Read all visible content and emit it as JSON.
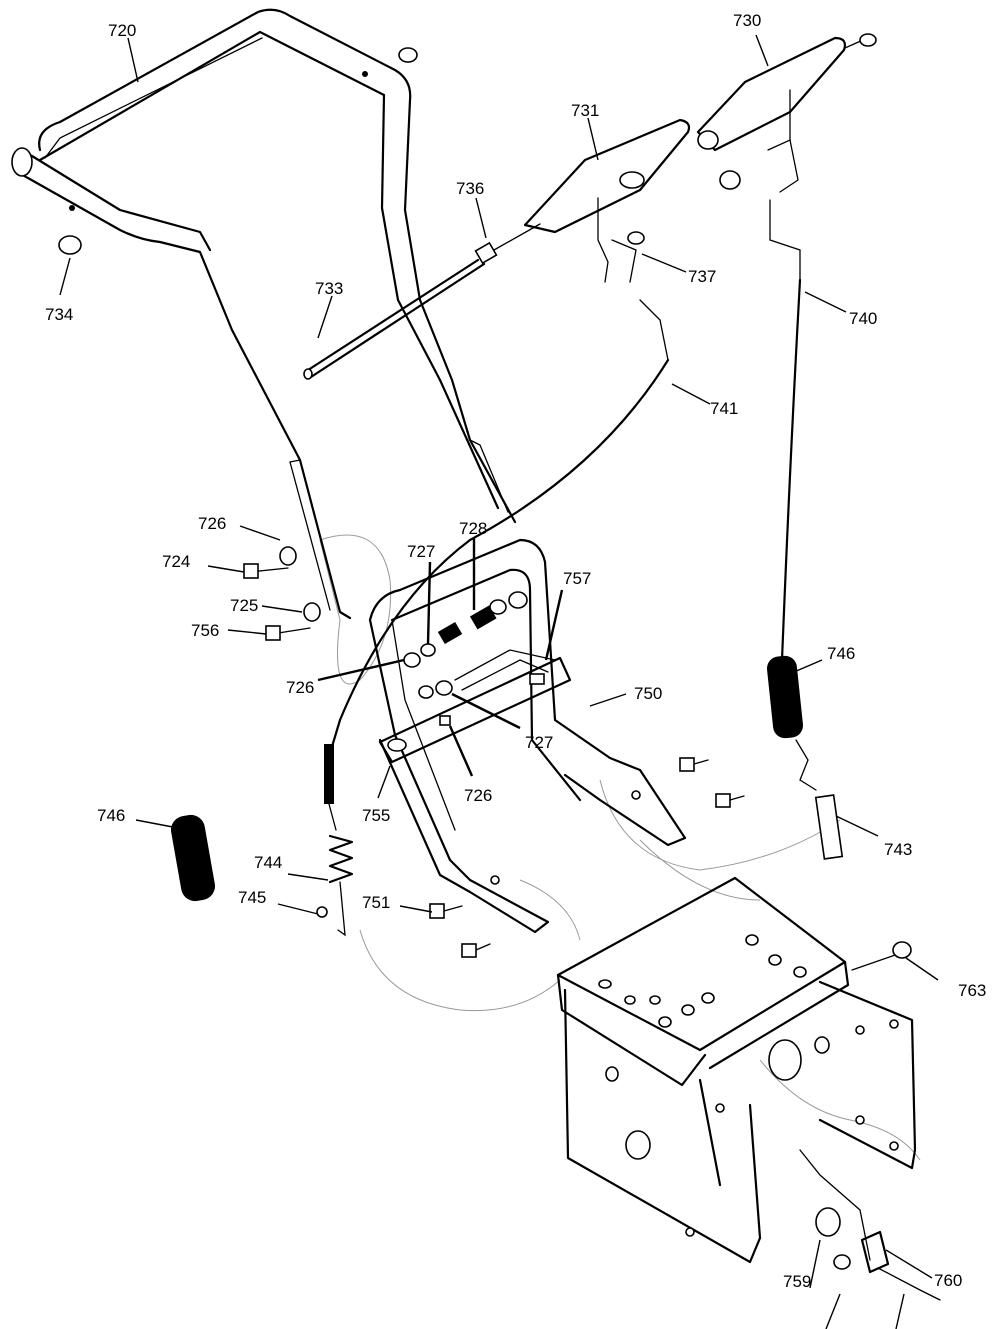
{
  "diagram": {
    "labels": [
      {
        "id": "720",
        "text": "720"
      },
      {
        "id": "730",
        "text": "730"
      },
      {
        "id": "731",
        "text": "731"
      },
      {
        "id": "736",
        "text": "736"
      },
      {
        "id": "737",
        "text": "737"
      },
      {
        "id": "733",
        "text": "733"
      },
      {
        "id": "734",
        "text": "734"
      },
      {
        "id": "740",
        "text": "740"
      },
      {
        "id": "741",
        "text": "741"
      },
      {
        "id": "726a",
        "text": "726"
      },
      {
        "id": "728",
        "text": "728"
      },
      {
        "id": "727a",
        "text": "727"
      },
      {
        "id": "757",
        "text": "757"
      },
      {
        "id": "724",
        "text": "724"
      },
      {
        "id": "725",
        "text": "725"
      },
      {
        "id": "756",
        "text": "756"
      },
      {
        "id": "726b",
        "text": "726"
      },
      {
        "id": "750",
        "text": "750"
      },
      {
        "id": "746a",
        "text": "746"
      },
      {
        "id": "727b",
        "text": "727"
      },
      {
        "id": "755",
        "text": "755"
      },
      {
        "id": "726c",
        "text": "726"
      },
      {
        "id": "746b",
        "text": "746"
      },
      {
        "id": "743",
        "text": "743"
      },
      {
        "id": "744",
        "text": "744"
      },
      {
        "id": "745",
        "text": "745"
      },
      {
        "id": "751",
        "text": "751"
      },
      {
        "id": "763",
        "text": "763"
      },
      {
        "id": "759",
        "text": "759"
      },
      {
        "id": "760",
        "text": "760"
      }
    ]
  }
}
